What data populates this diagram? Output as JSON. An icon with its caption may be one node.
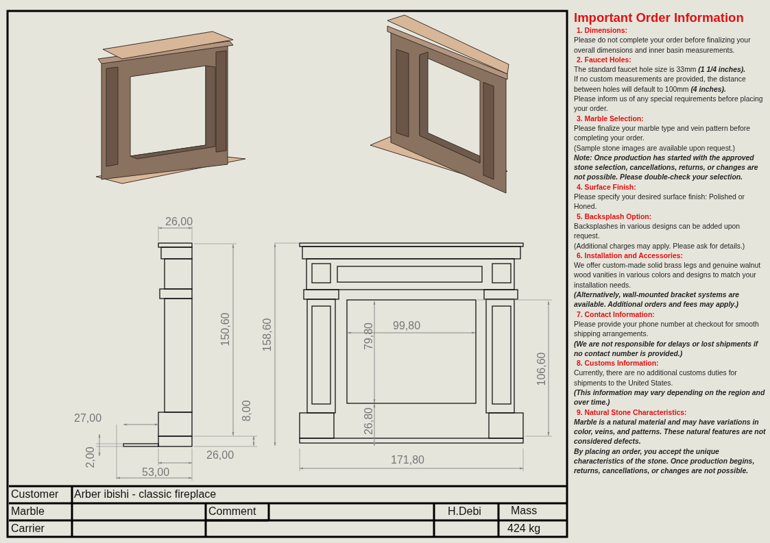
{
  "diagram": {
    "title": "Important Order Information",
    "labels": [
      "26,00",
      "150,60",
      "158,60",
      "99,80",
      "79,80",
      "106,60",
      "8,00",
      "27,00",
      "26,80",
      "2,00",
      "26,00",
      "171,80",
      "53,00",
      "1. Dimensions:",
      "Please do not complete your order before finalizing your overall dimensions and inner basin measurements.",
      "2. Faucet Holes:",
      "The standard faucet hole size is 33mm *(1 1/4 inches).*",
      "If no custom measurements are provided, the distance between holes will default to 100mm *(4 inches).*",
      "Please inform us of any special requirements before placing your order.",
      "3. Marble Selection:",
      "Please finalize your marble type and vein pattern before completing your order.",
      "(Sample stone images are available upon request.)",
      "Note: Once production has started with the approved stone selection, cancellations, returns, or changes are not possible. Please double-check your selection.",
      "4. Surface Finish:",
      "Please specify your desired surface finish: Polished or Honed.",
      "5. Backsplash Option:",
      "Backsplashes in various designs can be added upon request.",
      "(Additional charges may apply. Please ask for details.)",
      "6. Installation and Accessories:",
      "We offer custom-made solid brass legs and genuine walnut wood vanities in various colors and designs to match your installation needs.",
      "(Alternatively, wall-mounted bracket systems are available. Additional orders and fees may apply.)",
      "7. Contact Information:",
      "Please provide your phone number at checkout for smooth shipping arrangements.",
      "(We are not responsible for delays or lost shipments if no contact number is provided.)",
      "8. Customs Information:",
      "Currently, there are no additional customs duties for shipments to the United States.",
      "(This information may vary depending on the region and over time.)",
      "9. Natural Stone Characteristics:",
      "Marble is a natural material and may have variations in color, veins, and patterns. These natural features are not considered defects.",
      "By placing an order, you accept the unique characteristics of the stone. Once production begins, returns, cancellations, or changes are not possible.",
      "Customer",
      "Arber ibishi - classic fireplace",
      "Marble",
      "Comment",
      "H.Debi",
      "Mass",
      "Carrier",
      "424 kg"
    ]
  }
}
